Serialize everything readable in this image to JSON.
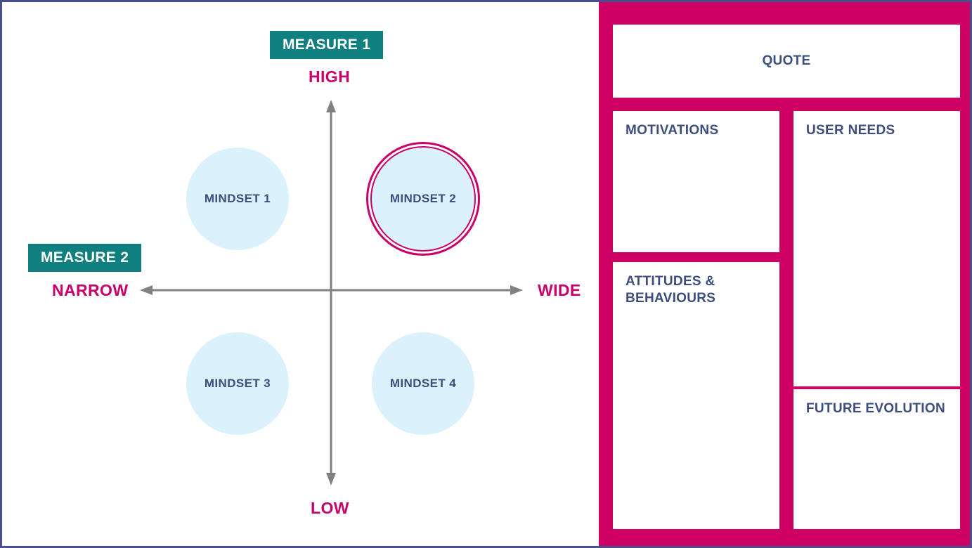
{
  "colors": {
    "accent_pink": "#ce0063",
    "teal_badge": "#0f7f7f",
    "navy_text": "#3e4e7c",
    "bubble_fill": "#dbf1fc",
    "axis_gray": "#808080",
    "frame_border": "#4a4f8c"
  },
  "matrix": {
    "measure_1_label": "MEASURE 1",
    "measure_2_label": "MEASURE 2",
    "axis": {
      "top": "HIGH",
      "bottom": "LOW",
      "left": "NARROW",
      "right": "WIDE"
    },
    "bubbles": [
      {
        "label": "MINDSET 1",
        "highlighted": false
      },
      {
        "label": "MINDSET 2",
        "highlighted": true
      },
      {
        "label": "MINDSET 3",
        "highlighted": false
      },
      {
        "label": "MINDSET 4",
        "highlighted": false
      }
    ]
  },
  "profile": {
    "quote_title": "QUOTE",
    "motivations_title": "MOTIVATIONS",
    "attitudes_title": "ATTITUDES & BEHAVIOURS",
    "user_needs_title": "USER NEEDS",
    "future_title": "FUTURE EVOLUTION"
  },
  "chart_data": {
    "type": "scatter",
    "title": "",
    "xlabel": "MEASURE 2",
    "ylabel": "MEASURE 1",
    "x_tick_labels": [
      "NARROW",
      "WIDE"
    ],
    "y_tick_labels": [
      "LOW",
      "HIGH"
    ],
    "xlim": [
      -1,
      1
    ],
    "ylim": [
      -1,
      1
    ],
    "grid": false,
    "legend": "none",
    "points": [
      {
        "label": "MINDSET 1",
        "x": -0.48,
        "y": 0.47,
        "quadrant": "upper-left",
        "highlighted": false
      },
      {
        "label": "MINDSET 2",
        "x": 0.32,
        "y": 0.47,
        "quadrant": "upper-right",
        "highlighted": true
      },
      {
        "label": "MINDSET 3",
        "x": -0.48,
        "y": -0.5,
        "quadrant": "lower-left",
        "highlighted": false
      },
      {
        "label": "MINDSET 4",
        "x": 0.32,
        "y": -0.5,
        "quadrant": "lower-right",
        "highlighted": false
      }
    ]
  }
}
